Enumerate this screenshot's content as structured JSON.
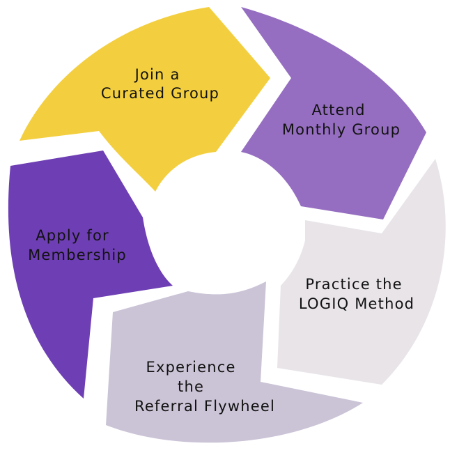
{
  "diagram": {
    "type": "cycle",
    "segments": [
      {
        "id": "join",
        "lines": [
          "Join a",
          "Curated Group"
        ],
        "color": "#F3CF3F"
      },
      {
        "id": "attend",
        "lines": [
          "Attend",
          "Monthly Group"
        ],
        "color": "#966EC1"
      },
      {
        "id": "practice",
        "lines": [
          "Practice the",
          "LOGIQ Method"
        ],
        "color": "#E8E4E8"
      },
      {
        "id": "referral",
        "lines": [
          "Experience",
          "the",
          "Referral Flywheel"
        ],
        "color": "#CBC3D6"
      },
      {
        "id": "apply",
        "lines": [
          "Apply for",
          "Membership"
        ],
        "color": "#6E3FB4"
      }
    ]
  }
}
